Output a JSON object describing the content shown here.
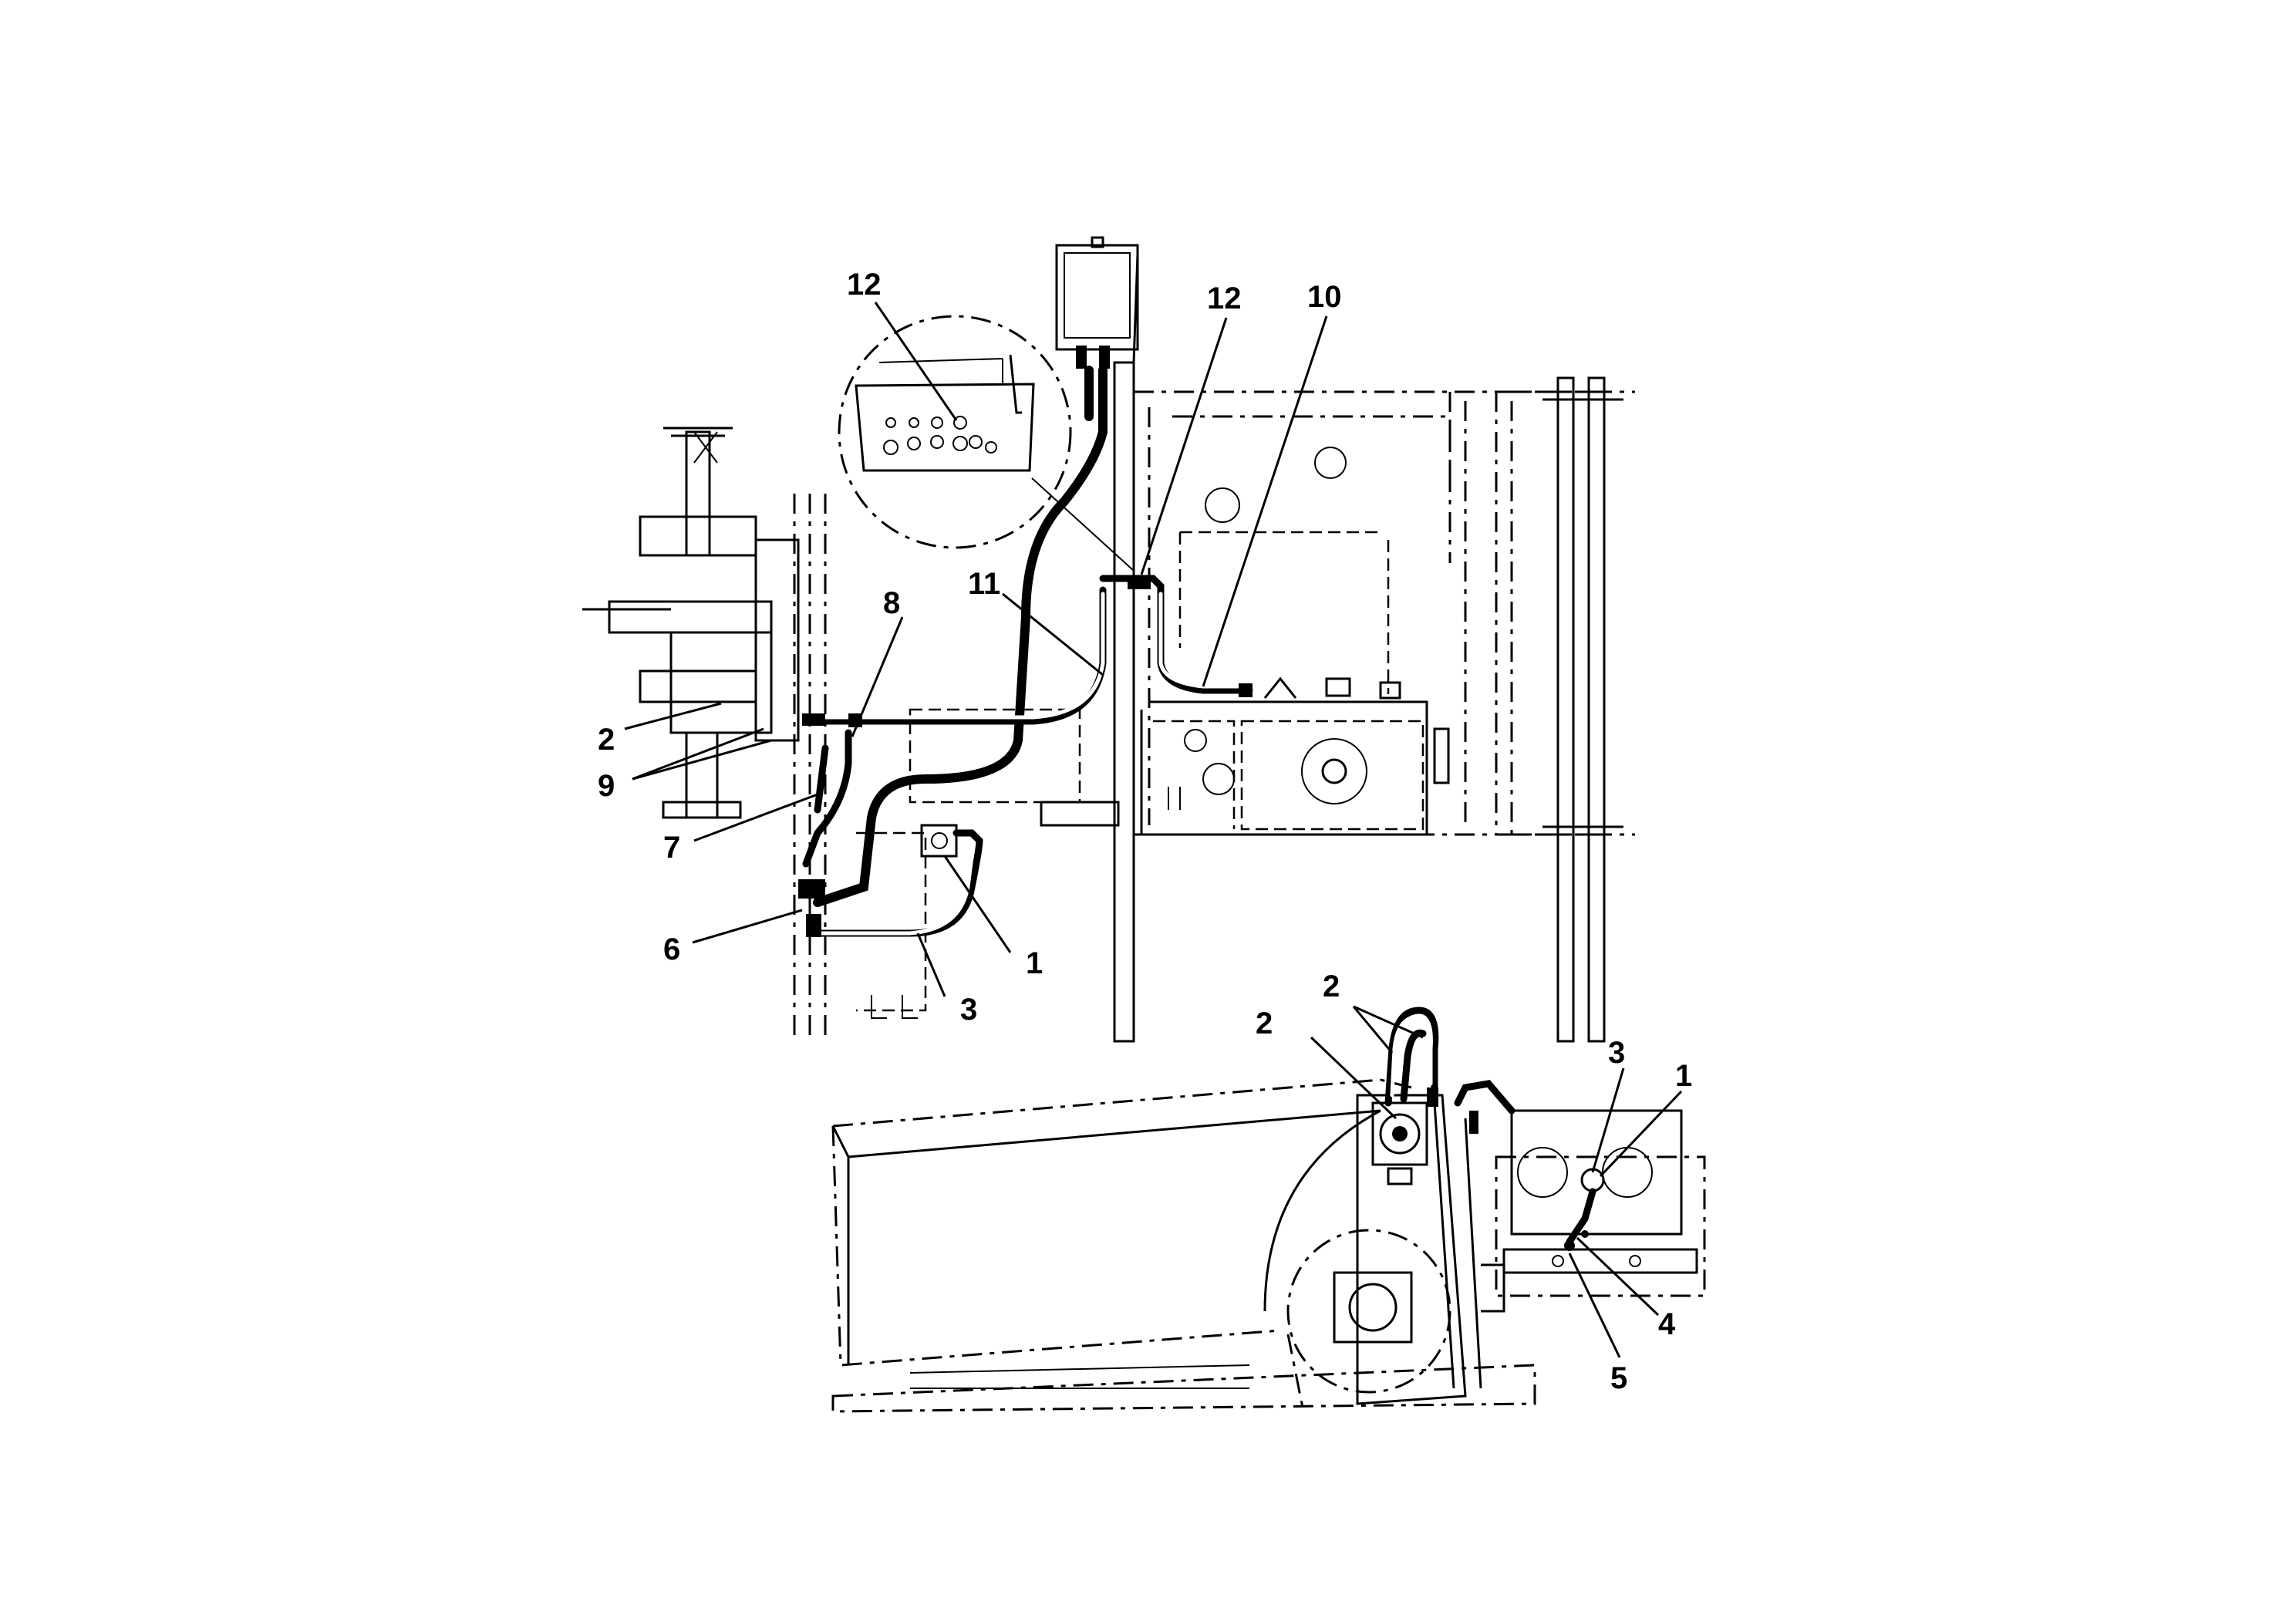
{
  "callouts": {
    "c1_top": "1",
    "c2_top": "2",
    "c3_top": "3",
    "c6": "6",
    "c7": "7",
    "c8": "8",
    "c9": "9",
    "c10": "10",
    "c11": "11",
    "c12_inset": "12",
    "c12_main": "12",
    "c2_bottom_a": "2",
    "c2_bottom_b": "2",
    "c3_bottom": "3",
    "c1_bottom": "1",
    "c4": "4",
    "c5": "5"
  },
  "colors": {
    "ink": "#000000",
    "paper": "#ffffff"
  }
}
